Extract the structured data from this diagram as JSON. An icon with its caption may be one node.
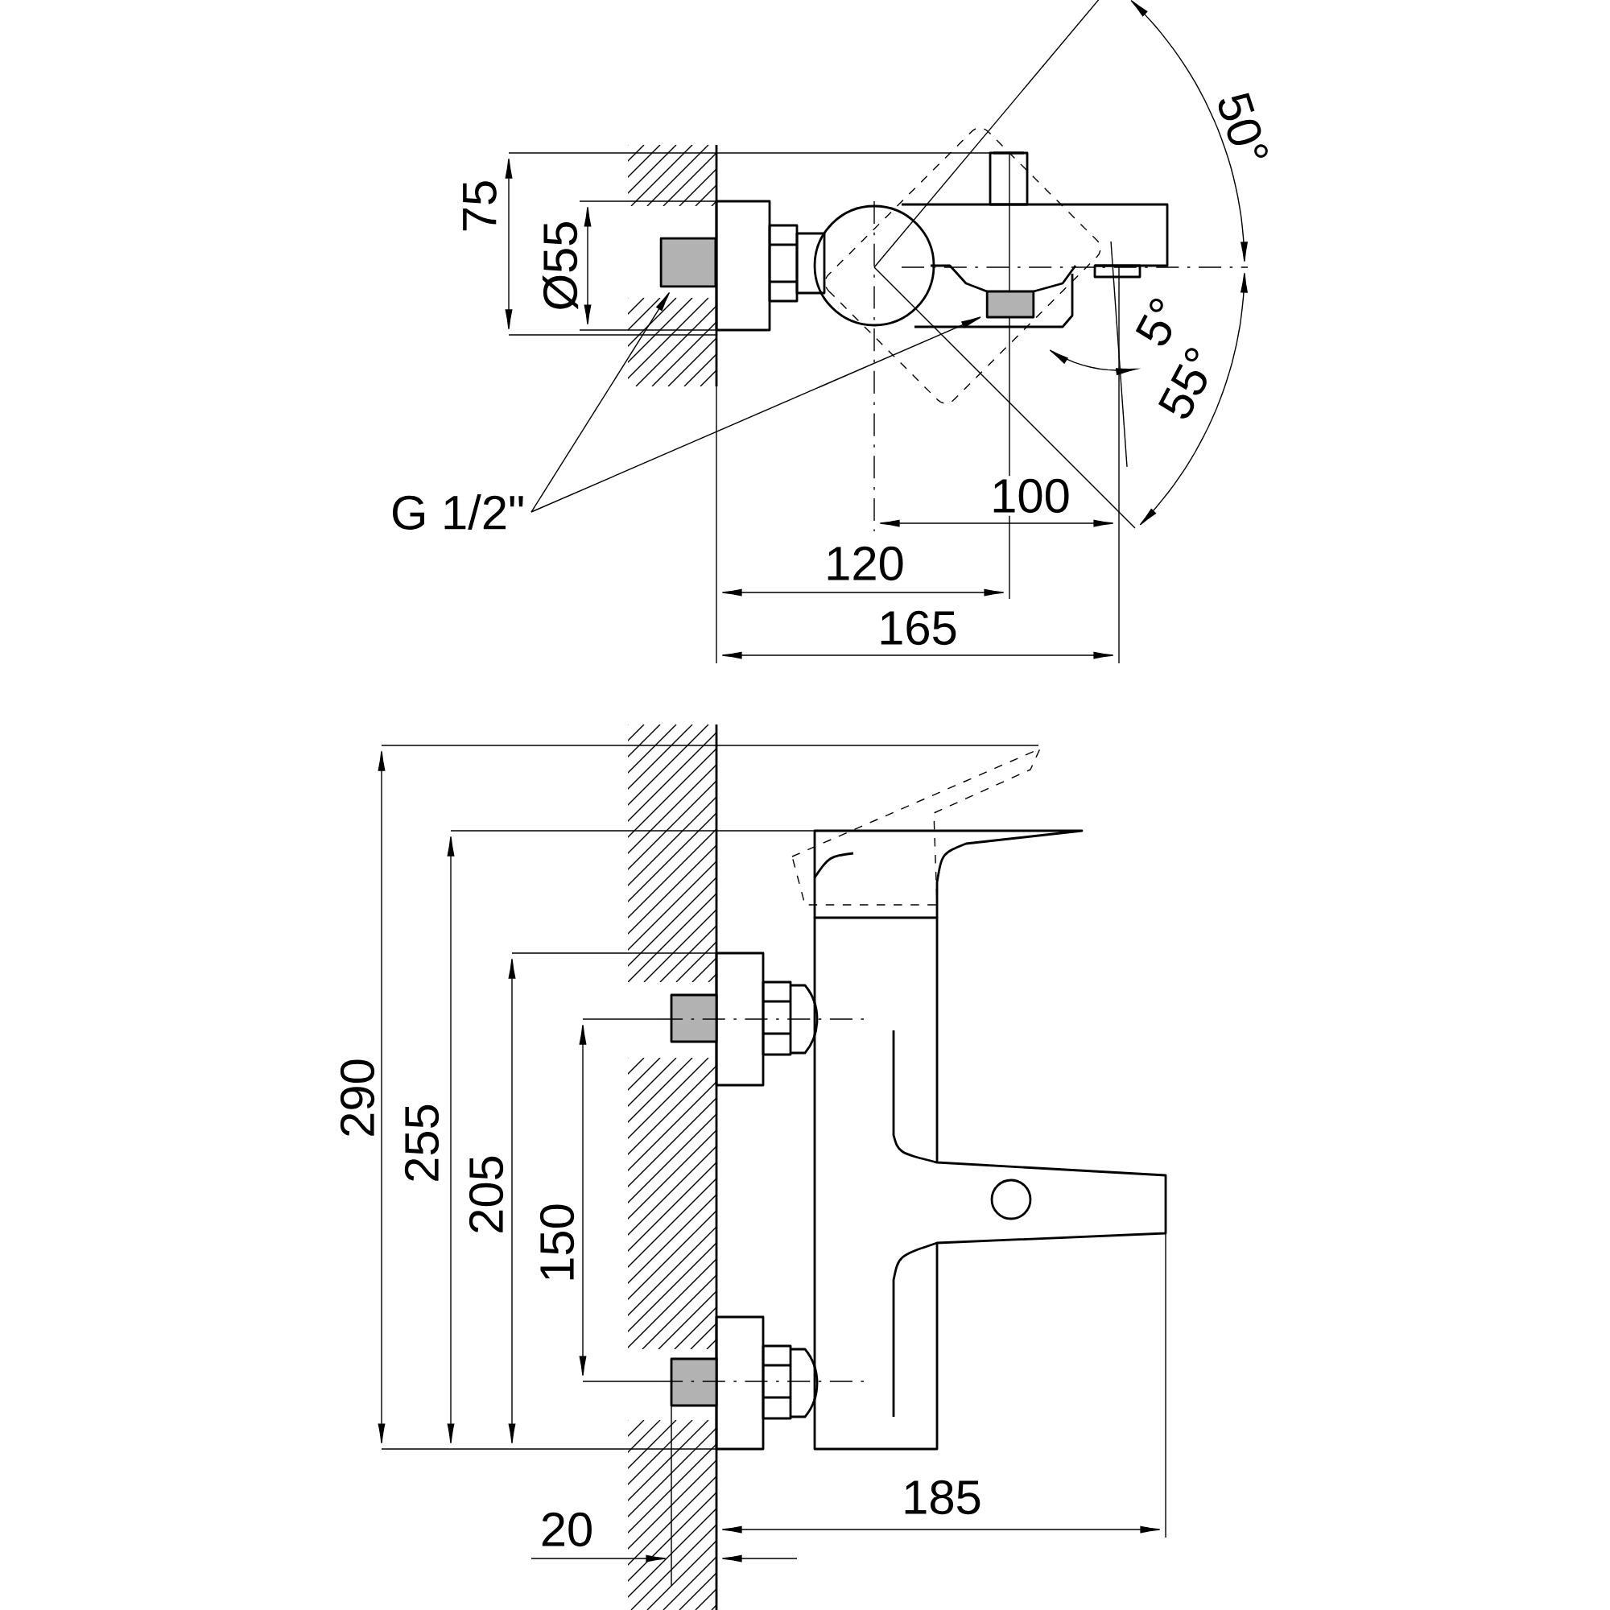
{
  "diagram": {
    "nodes": [
      {
        "text": [
          "G 1/2\""
        ]
      },
      {
        "text": [],
        "shape": "box"
      },
      {
        "text": [],
        "shape": "box"
      }
    ],
    "edges": [
      {
        "from": 0,
        "to": 1,
        "arrow": "to"
      },
      {
        "from": 0,
        "to": 2,
        "arrow": "to"
      }
    ],
    "labels": [
      "50°",
      "75",
      "Ø55",
      "5°",
      "55°",
      "100",
      "120",
      "165",
      "290",
      "255",
      "205",
      "150",
      "185",
      "20"
    ]
  }
}
